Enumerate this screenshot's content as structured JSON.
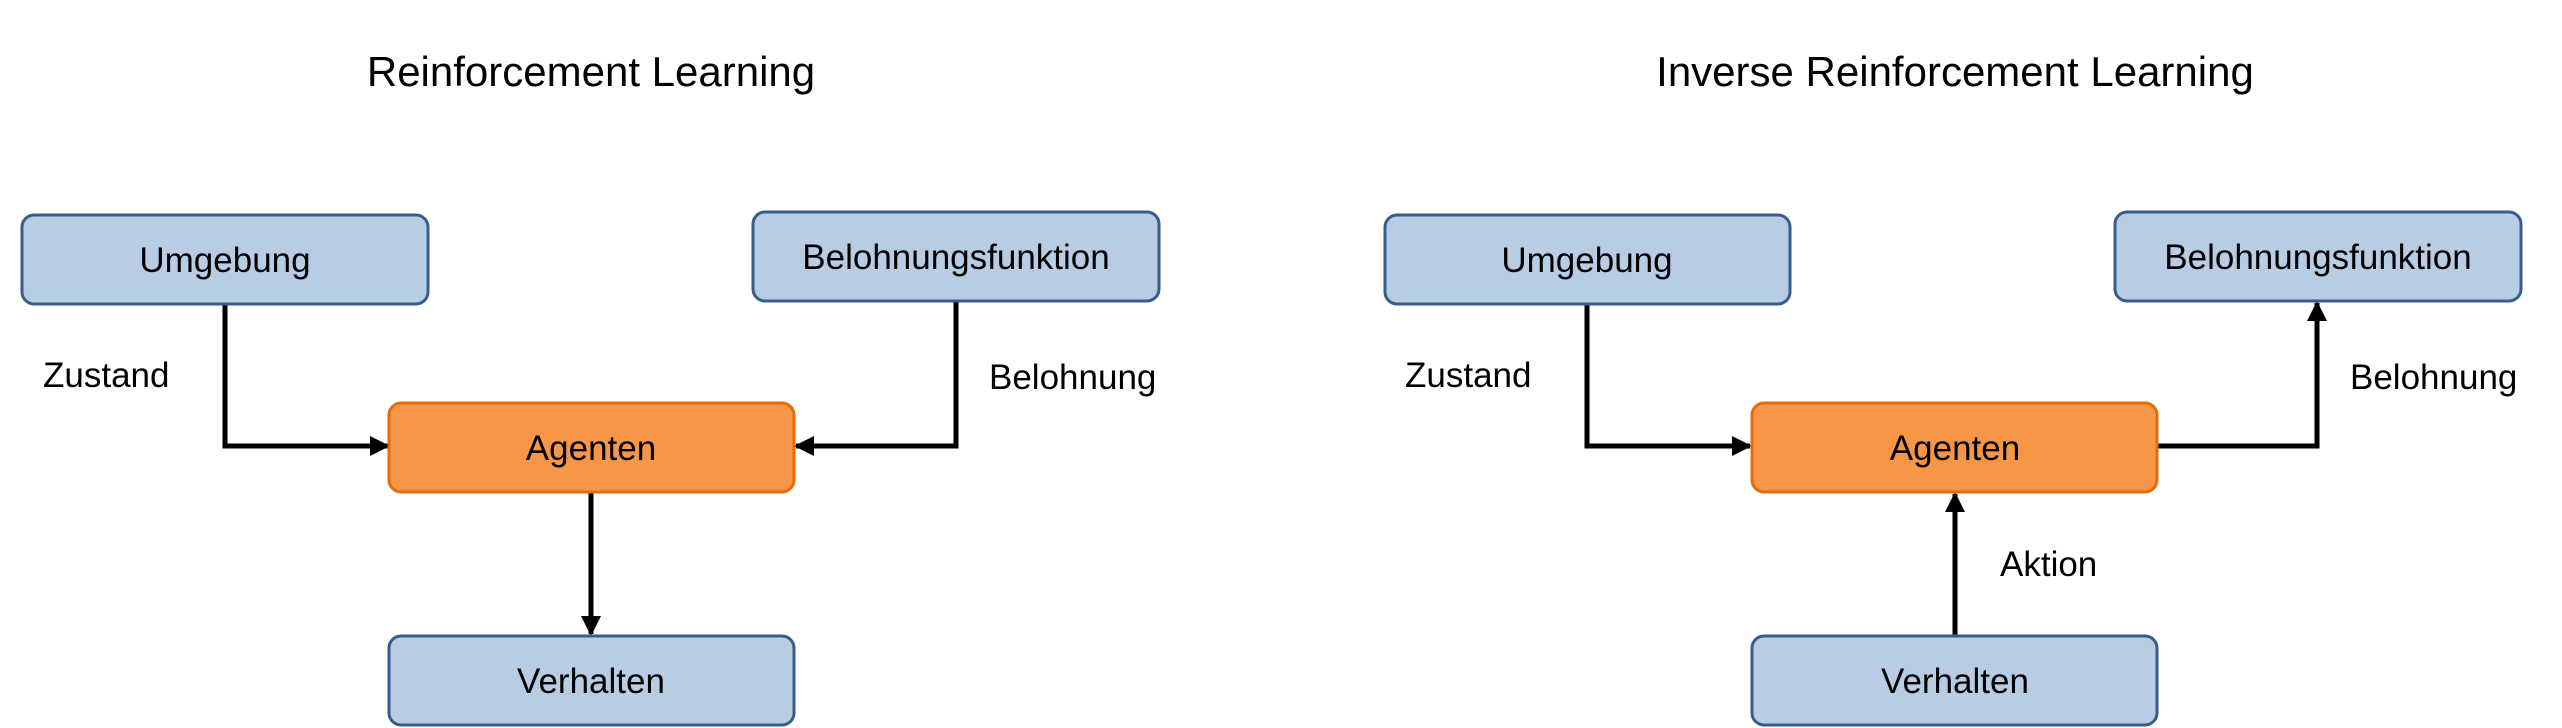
{
  "left": {
    "title": "Reinforcement Learning",
    "nodes": {
      "environment": "Umgebung",
      "reward_function": "Belohnungsfunktion",
      "agent": "Agenten",
      "behavior": "Verhalten"
    },
    "edges": {
      "state": "Zustand",
      "reward": "Belohnung"
    }
  },
  "right": {
    "title": "Inverse Reinforcement Learning",
    "nodes": {
      "environment": "Umgebung",
      "reward_function": "Belohnungsfunktion",
      "agent": "Agenten",
      "behavior": "Verhalten"
    },
    "edges": {
      "state": "Zustand",
      "reward": "Belohnung",
      "action": "Aktion"
    }
  },
  "colors": {
    "node_fill": "#b8cce4",
    "node_border": "#385d8a",
    "agent_fill": "#f79646",
    "agent_border": "#e46c0a",
    "arrow": "#000000"
  }
}
